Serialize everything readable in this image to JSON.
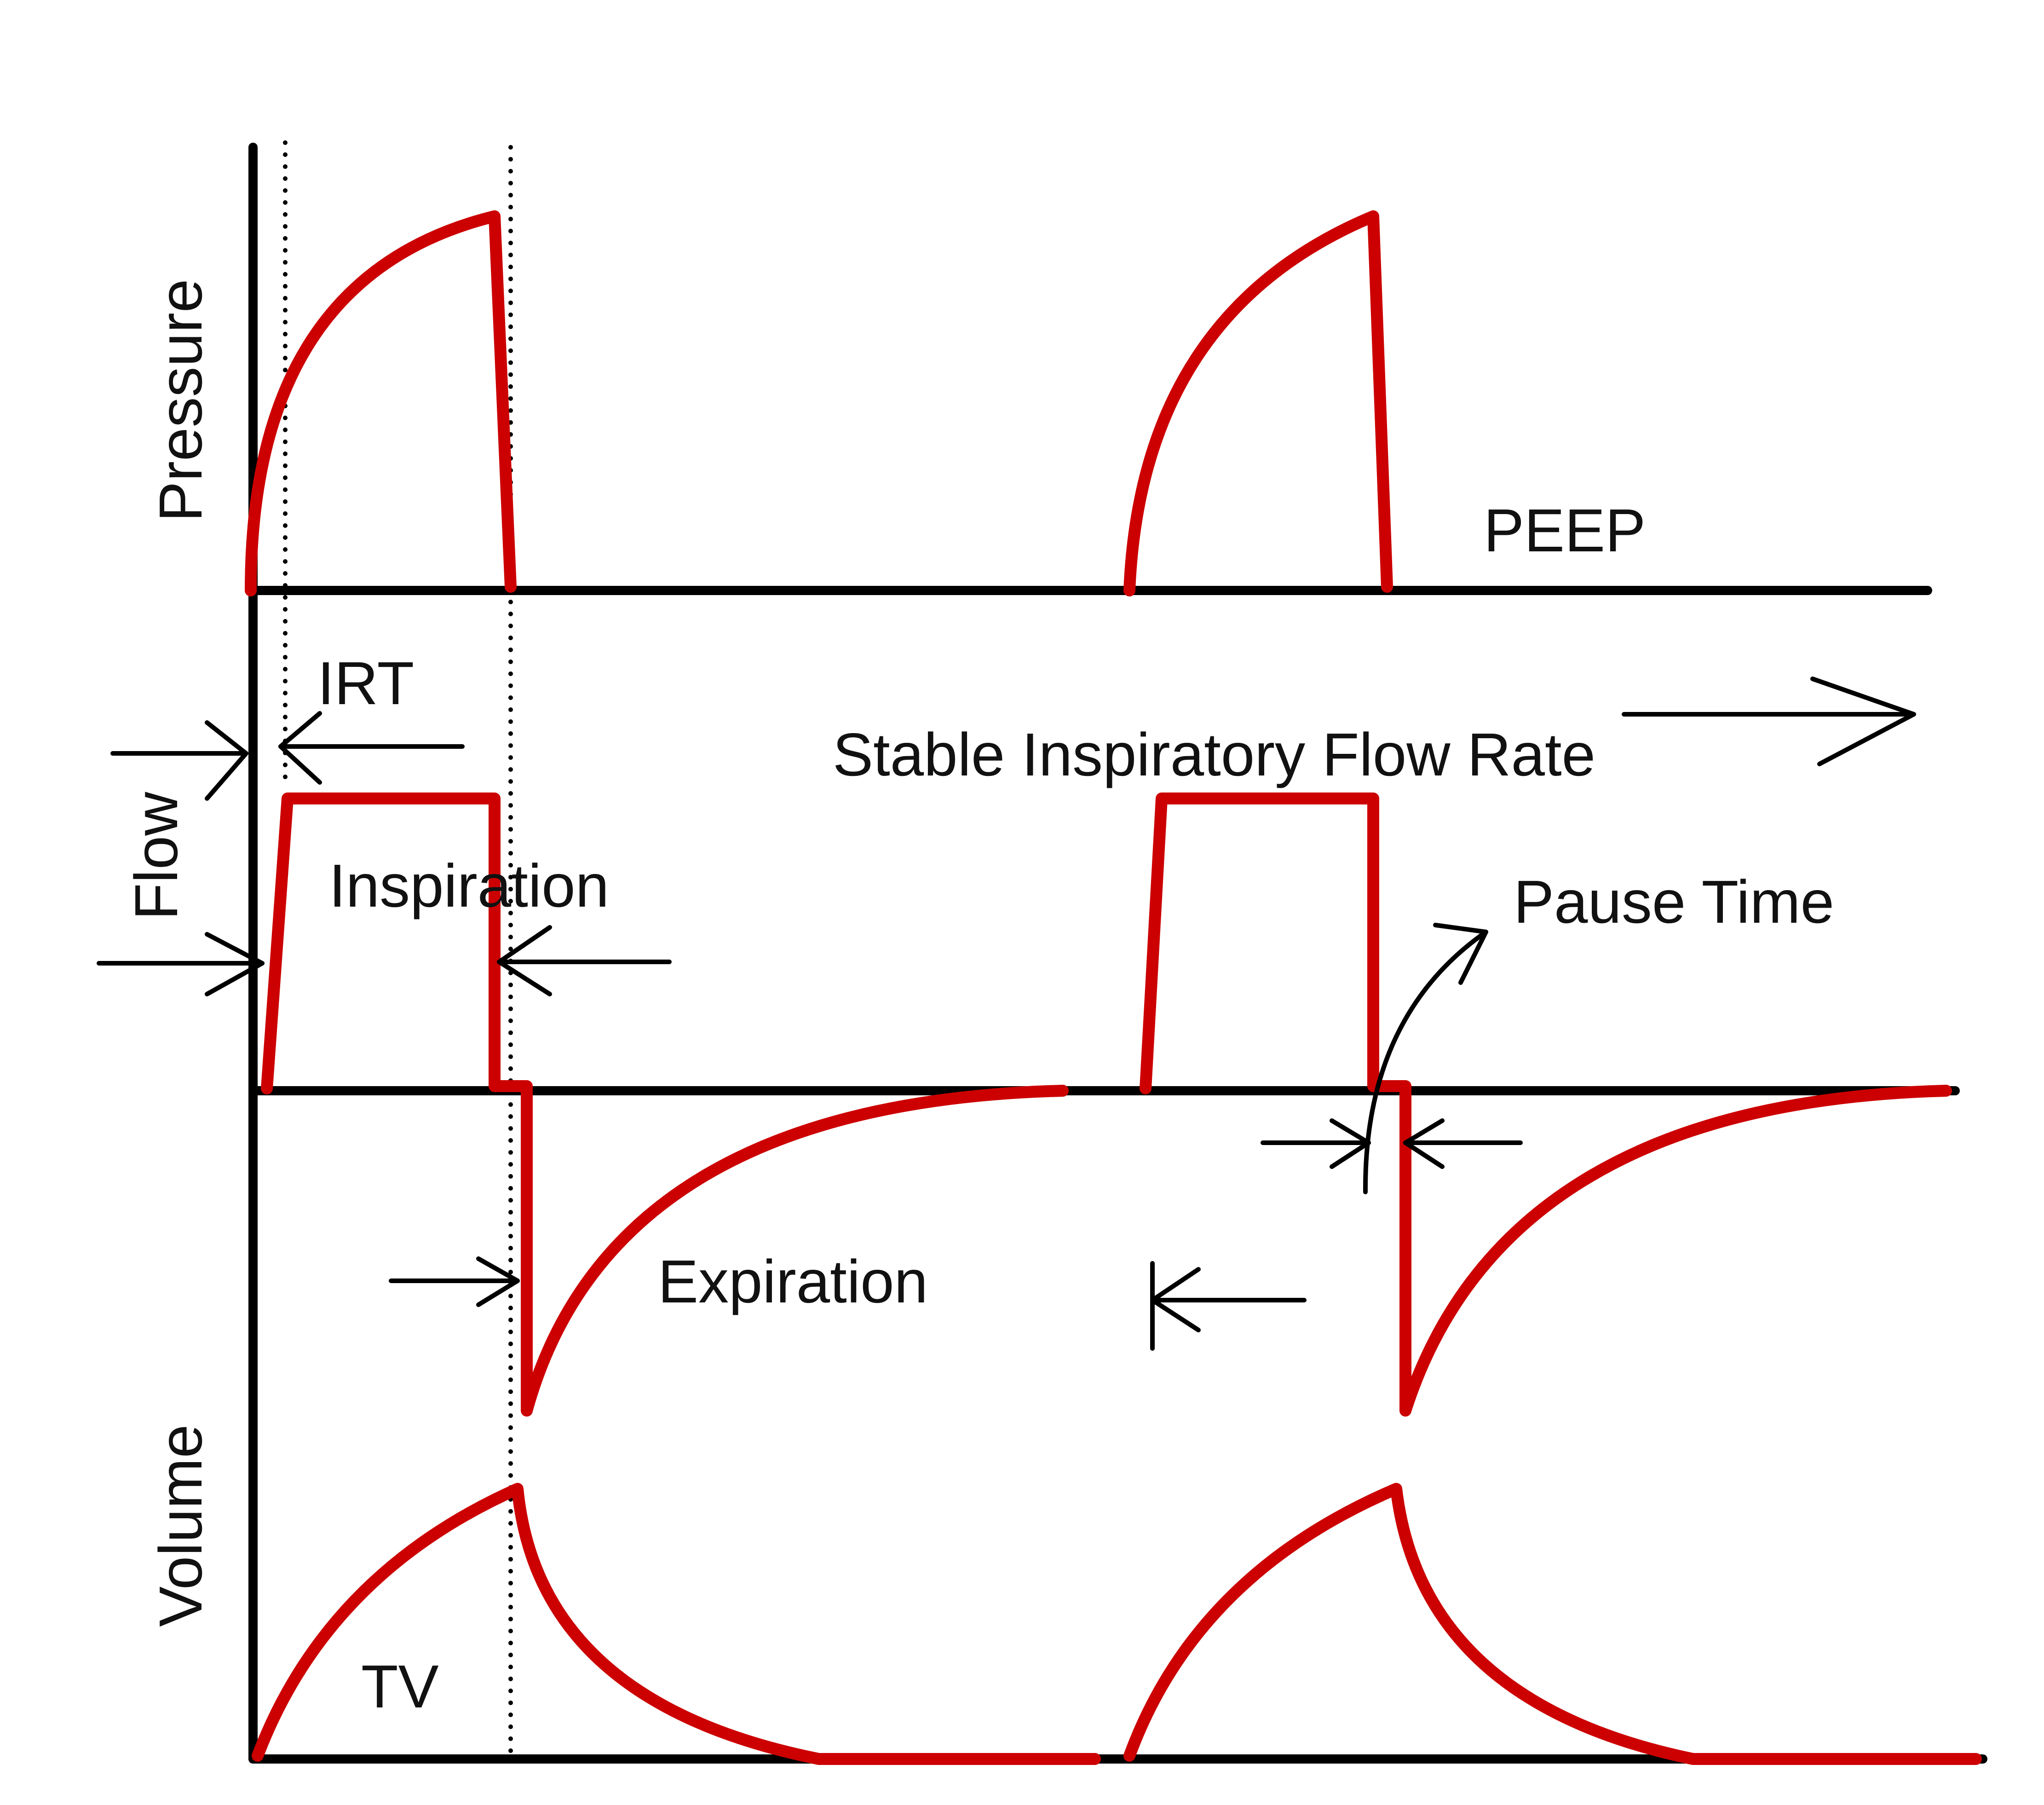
{
  "labels": {
    "pressure": "Pressure",
    "flow": "Flow",
    "volume": "Volume",
    "peep": "PEEP",
    "irt": "IRT",
    "stable_flow": "Stable Inspiratory Flow Rate",
    "inspiration": "Inspiration",
    "pause_time": "Pause Time",
    "expiration": "Expiration",
    "tv": "TV"
  },
  "colors": {
    "waveform": "#cc0000",
    "axes": "#000000",
    "text": "#111111",
    "background": "#ffffff"
  }
}
